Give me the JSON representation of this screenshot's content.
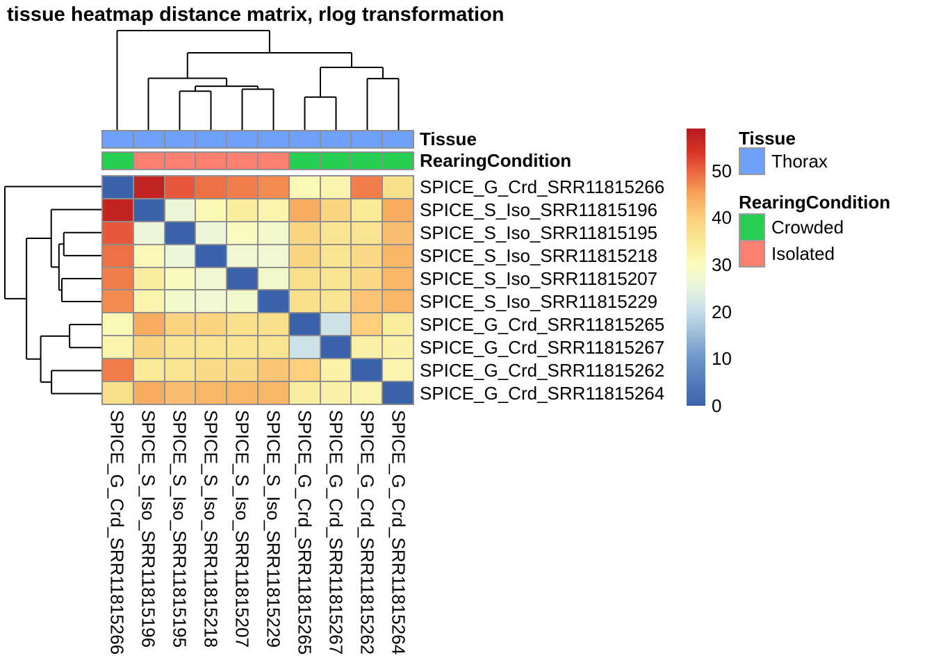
{
  "title": "tissue heatmap distance matrix, rlog transformation",
  "annotation_labels": {
    "tissue": "Tissue",
    "rearing": "RearingCondition"
  },
  "legend": {
    "tissue_title": "Tissue",
    "tissue_items": [
      {
        "label": "Thorax",
        "color": "#6FA0FA"
      }
    ],
    "rearing_title": "RearingCondition",
    "rearing_items": [
      {
        "label": "Crowded",
        "color": "#25CF4F"
      },
      {
        "label": "Isolated",
        "color": "#FB8072"
      }
    ]
  },
  "colorbar": {
    "ticks": [
      50,
      40,
      30,
      20,
      10,
      0
    ],
    "min": 0,
    "max": 59
  },
  "colors": {
    "grid": "#8F8F8F",
    "dendrogram": "#000000",
    "scale_anchors": [
      [
        0,
        "#3A63AC"
      ],
      [
        10,
        "#6C95C7"
      ],
      [
        20,
        "#C6DEEA"
      ],
      [
        25,
        "#E8F4DE"
      ],
      [
        30,
        "#FBFBBF"
      ],
      [
        35,
        "#FAE996"
      ],
      [
        40,
        "#FBCF7C"
      ],
      [
        45,
        "#F7A35B"
      ],
      [
        50,
        "#EC6440"
      ],
      [
        54,
        "#D63528"
      ],
      [
        59,
        "#B3191F"
      ]
    ]
  },
  "chart_data": {
    "type": "heatmap",
    "title": "tissue heatmap distance matrix, rlog transformation",
    "rows": [
      "SPICE_G_Crd_SRR11815266",
      "SPICE_S_Iso_SRR11815196",
      "SPICE_S_Iso_SRR11815195",
      "SPICE_S_Iso_SRR11815218",
      "SPICE_S_Iso_SRR11815207",
      "SPICE_S_Iso_SRR11815229",
      "SPICE_G_Crd_SRR11815265",
      "SPICE_G_Crd_SRR11815267",
      "SPICE_G_Crd_SRR11815262",
      "SPICE_G_Crd_SRR11815264"
    ],
    "cols": [
      "SPICE_G_Crd_SRR11815266",
      "SPICE_S_Iso_SRR11815196",
      "SPICE_S_Iso_SRR11815195",
      "SPICE_S_Iso_SRR11815218",
      "SPICE_S_Iso_SRR11815207",
      "SPICE_S_Iso_SRR11815229",
      "SPICE_G_Crd_SRR11815265",
      "SPICE_G_Crd_SRR11815267",
      "SPICE_G_Crd_SRR11815262",
      "SPICE_G_Crd_SRR11815264"
    ],
    "values": [
      [
        0,
        57,
        51,
        49,
        48,
        47,
        31,
        32,
        48,
        37
      ],
      [
        57,
        0,
        26,
        31,
        34,
        32,
        44,
        39,
        35,
        44
      ],
      [
        51,
        26,
        0,
        26,
        30,
        28,
        39,
        36,
        36,
        42
      ],
      [
        49,
        31,
        26,
        0,
        27,
        27,
        39,
        36,
        38,
        43
      ],
      [
        48,
        34,
        30,
        27,
        0,
        28,
        37,
        36,
        38,
        43
      ],
      [
        47,
        32,
        28,
        27,
        28,
        0,
        37,
        36,
        41,
        43
      ],
      [
        31,
        44,
        39,
        39,
        37,
        37,
        0,
        21,
        40,
        34
      ],
      [
        32,
        39,
        36,
        36,
        36,
        36,
        21,
        0,
        33,
        33
      ],
      [
        48,
        35,
        36,
        38,
        38,
        41,
        40,
        33,
        0,
        32
      ],
      [
        37,
        44,
        42,
        43,
        43,
        43,
        34,
        33,
        32,
        0
      ]
    ],
    "value_range": [
      0,
      59
    ],
    "col_annotations": {
      "Tissue": [
        "Thorax",
        "Thorax",
        "Thorax",
        "Thorax",
        "Thorax",
        "Thorax",
        "Thorax",
        "Thorax",
        "Thorax",
        "Thorax"
      ],
      "RearingCondition": [
        "Crowded",
        "Isolated",
        "Isolated",
        "Isolated",
        "Isolated",
        "Isolated",
        "Crowded",
        "Crowded",
        "Crowded",
        "Crowded"
      ]
    },
    "dendrogram": {
      "h": 1.0,
      "c": [
        0,
        {
          "h": 0.776,
          "c": [
            {
              "h": 0.52,
              "c": [
                1,
                {
                  "h": 0.44,
                  "c": [
                    {
                      "h": 0.39,
                      "c": [
                        2,
                        3
                      ]
                    },
                    {
                      "h": 0.41,
                      "c": [
                        4,
                        5
                      ]
                    }
                  ]
                }
              ]
            },
            {
              "h": 0.629,
              "c": [
                {
                  "h": 0.33,
                  "c": [
                    6,
                    7
                  ]
                },
                {
                  "h": 0.517,
                  "c": [
                    8,
                    9
                  ]
                }
              ]
            }
          ]
        }
      ]
    }
  }
}
